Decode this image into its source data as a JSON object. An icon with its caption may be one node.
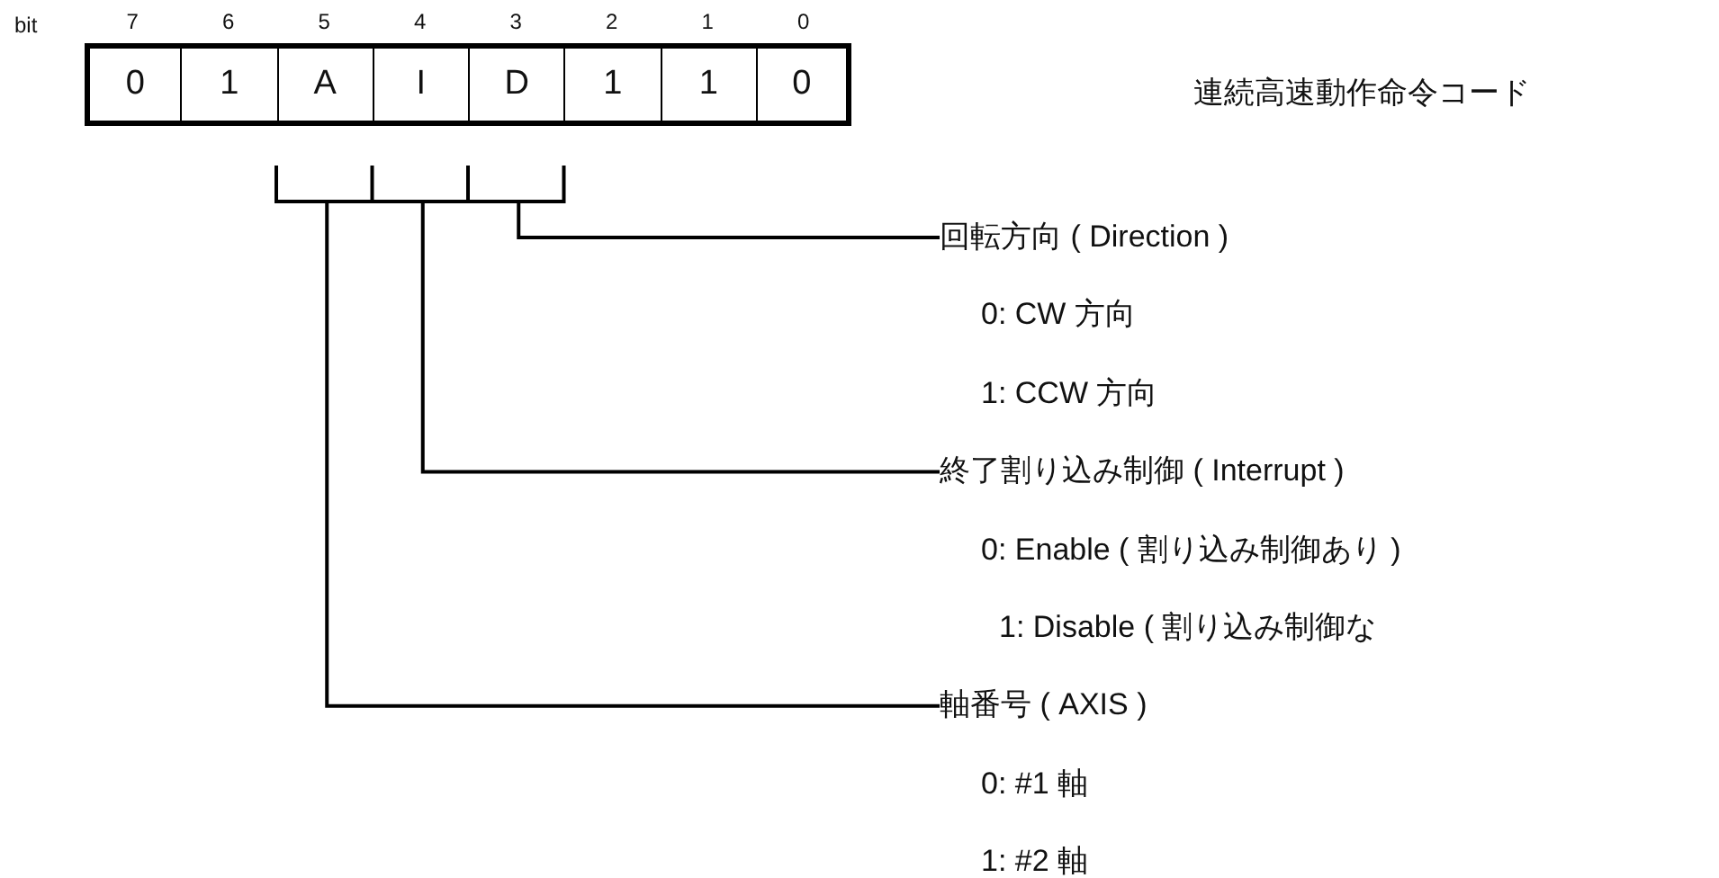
{
  "diagram": {
    "nodes": [
      {
        "text": [
          "0"
        ],
        "beside": [
          "7"
        ]
      },
      {
        "text": [
          "1"
        ],
        "beside": [
          "6"
        ]
      },
      {
        "text": [
          "A"
        ],
        "beside": [
          "5"
        ]
      },
      {
        "text": [
          "I"
        ],
        "beside": [
          "4"
        ]
      },
      {
        "text": [
          "D"
        ],
        "beside": [
          "3"
        ]
      },
      {
        "text": [
          "1"
        ],
        "beside": [
          "2"
        ]
      },
      {
        "text": [
          "1"
        ],
        "beside": [
          "1"
        ]
      },
      {
        "text": [
          "0"
        ],
        "beside": [
          "0"
        ]
      },
      {
        "text": [
          "回転方向 ( Direction )"
        ]
      },
      {
        "text": [
          "終了割り込み制御 ( Interrupt )"
        ]
      },
      {
        "text": [
          "軸番号 ( AXIS )"
        ]
      }
    ],
    "edges": [
      {
        "from": 8,
        "to": 4,
        "arrow": "none"
      },
      {
        "from": 9,
        "to": 3,
        "arrow": "none"
      },
      {
        "from": 10,
        "to": 2,
        "arrow": "none"
      }
    ],
    "labels": [
      "bit",
      "連続高速動作命令コード",
      "0: CW 方向",
      "1: CCW 方向",
      "0: Enable ( 割り込み制御あり )",
      "1: Disable ( 割り込み制御な",
      "0: #1 軸",
      "1: #2 軸"
    ]
  }
}
